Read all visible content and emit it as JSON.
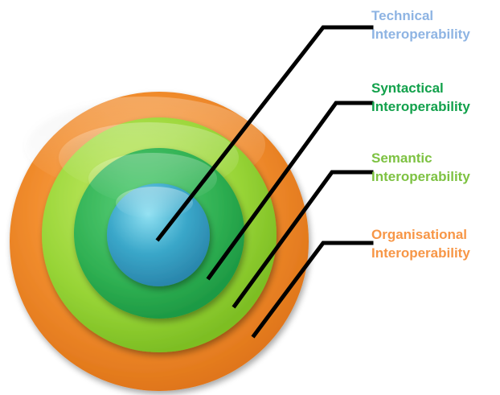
{
  "layers": [
    {
      "id": "technical",
      "line1": "Technical",
      "line2": "Interoperability",
      "color": "#8EB4E3",
      "ring_color": "#3AA7C9"
    },
    {
      "id": "syntactical",
      "line1": "Syntactical",
      "line2": "Interoperability",
      "color": "#12A14B",
      "ring_color": "#35B456"
    },
    {
      "id": "semantic",
      "line1": "Semantic",
      "line2": "Interoperability",
      "color": "#7DC242",
      "ring_color": "#97D436"
    },
    {
      "id": "organisational",
      "line1": "Organisational",
      "line2": "Interoperability",
      "color": "#F79646",
      "ring_color": "#F08A2E"
    }
  ]
}
